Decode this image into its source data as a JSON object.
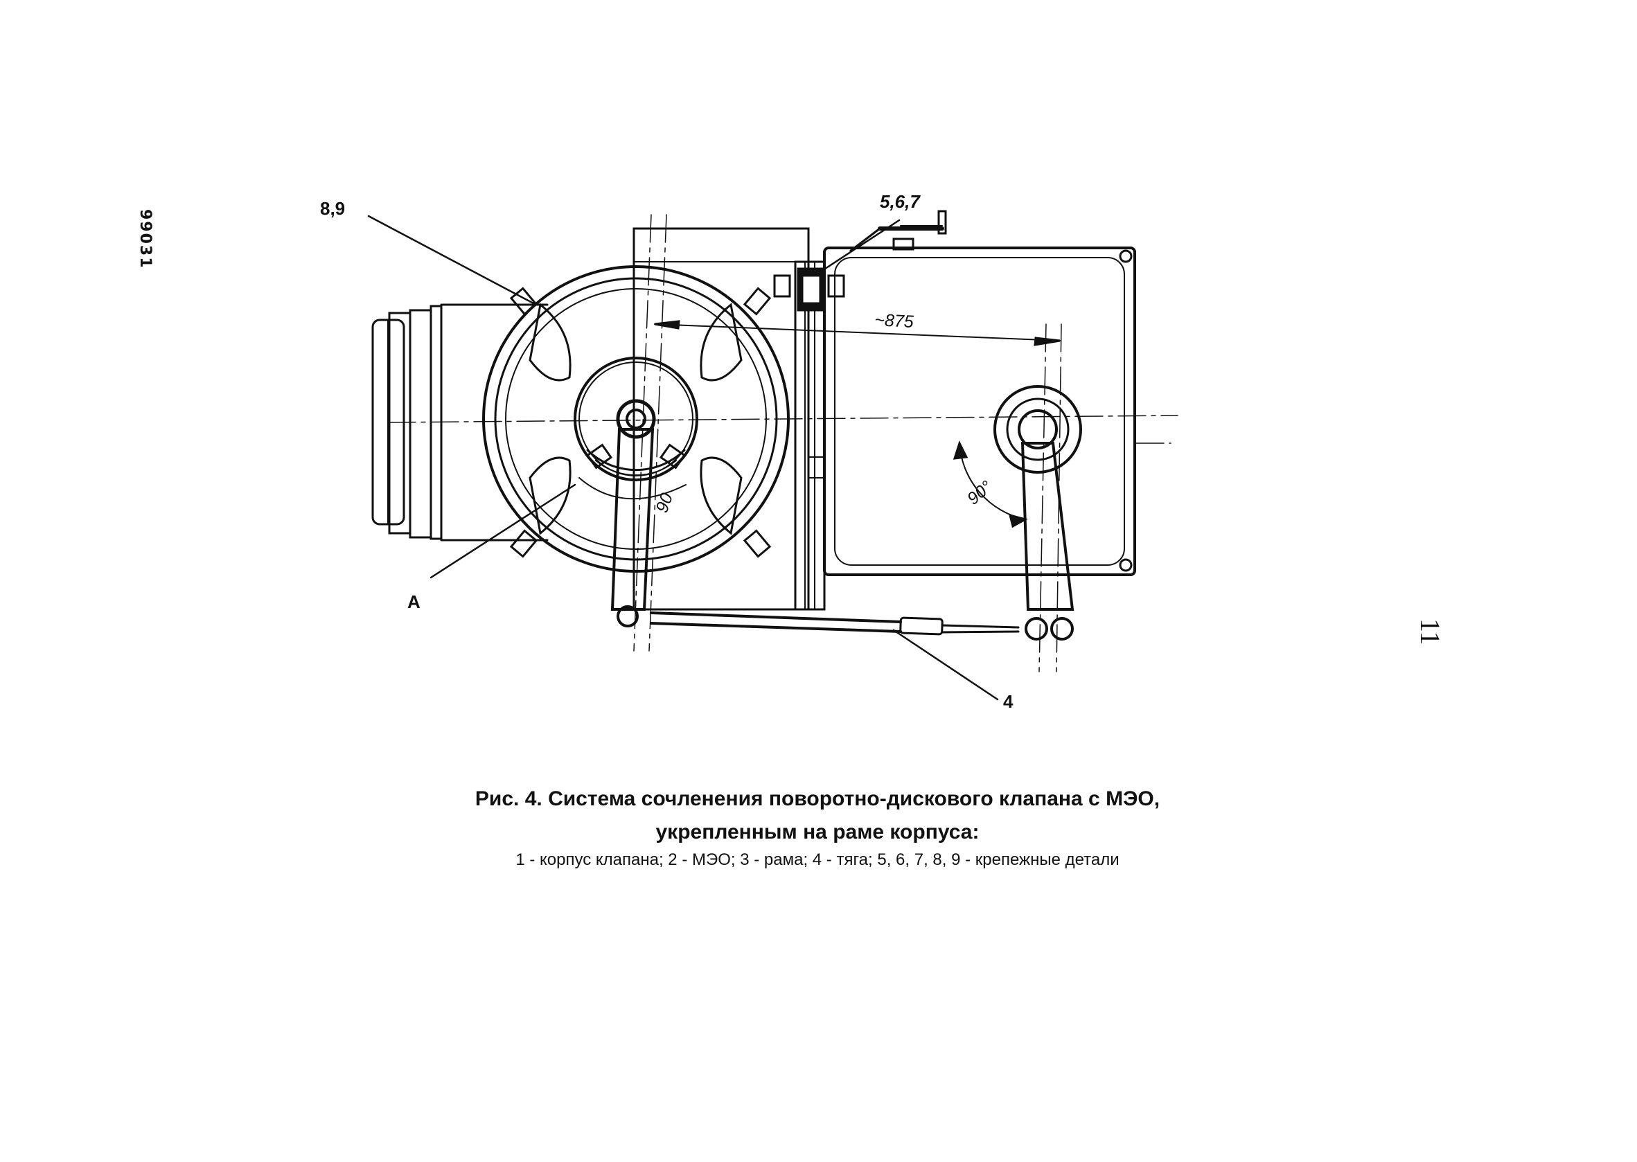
{
  "side_code": "99031",
  "page_number": "11",
  "labels": {
    "bolts_top_left": "8,9",
    "fasteners_top": "5,6,7",
    "detail_a": "A",
    "rod": "4"
  },
  "dimensions": {
    "distance": "~875",
    "angle_right": "90°",
    "scale_value": "90"
  },
  "caption": {
    "line1": "Рис. 4. Система сочленения поворотно-дискового клапана с МЭО,",
    "line2": "укрепленным на раме корпуса:",
    "legend": "1 - корпус клапана; 2 - МЭО; 3 - рама; 4 - тяга; 5, 6, 7, 8, 9 - крепежные детали"
  }
}
